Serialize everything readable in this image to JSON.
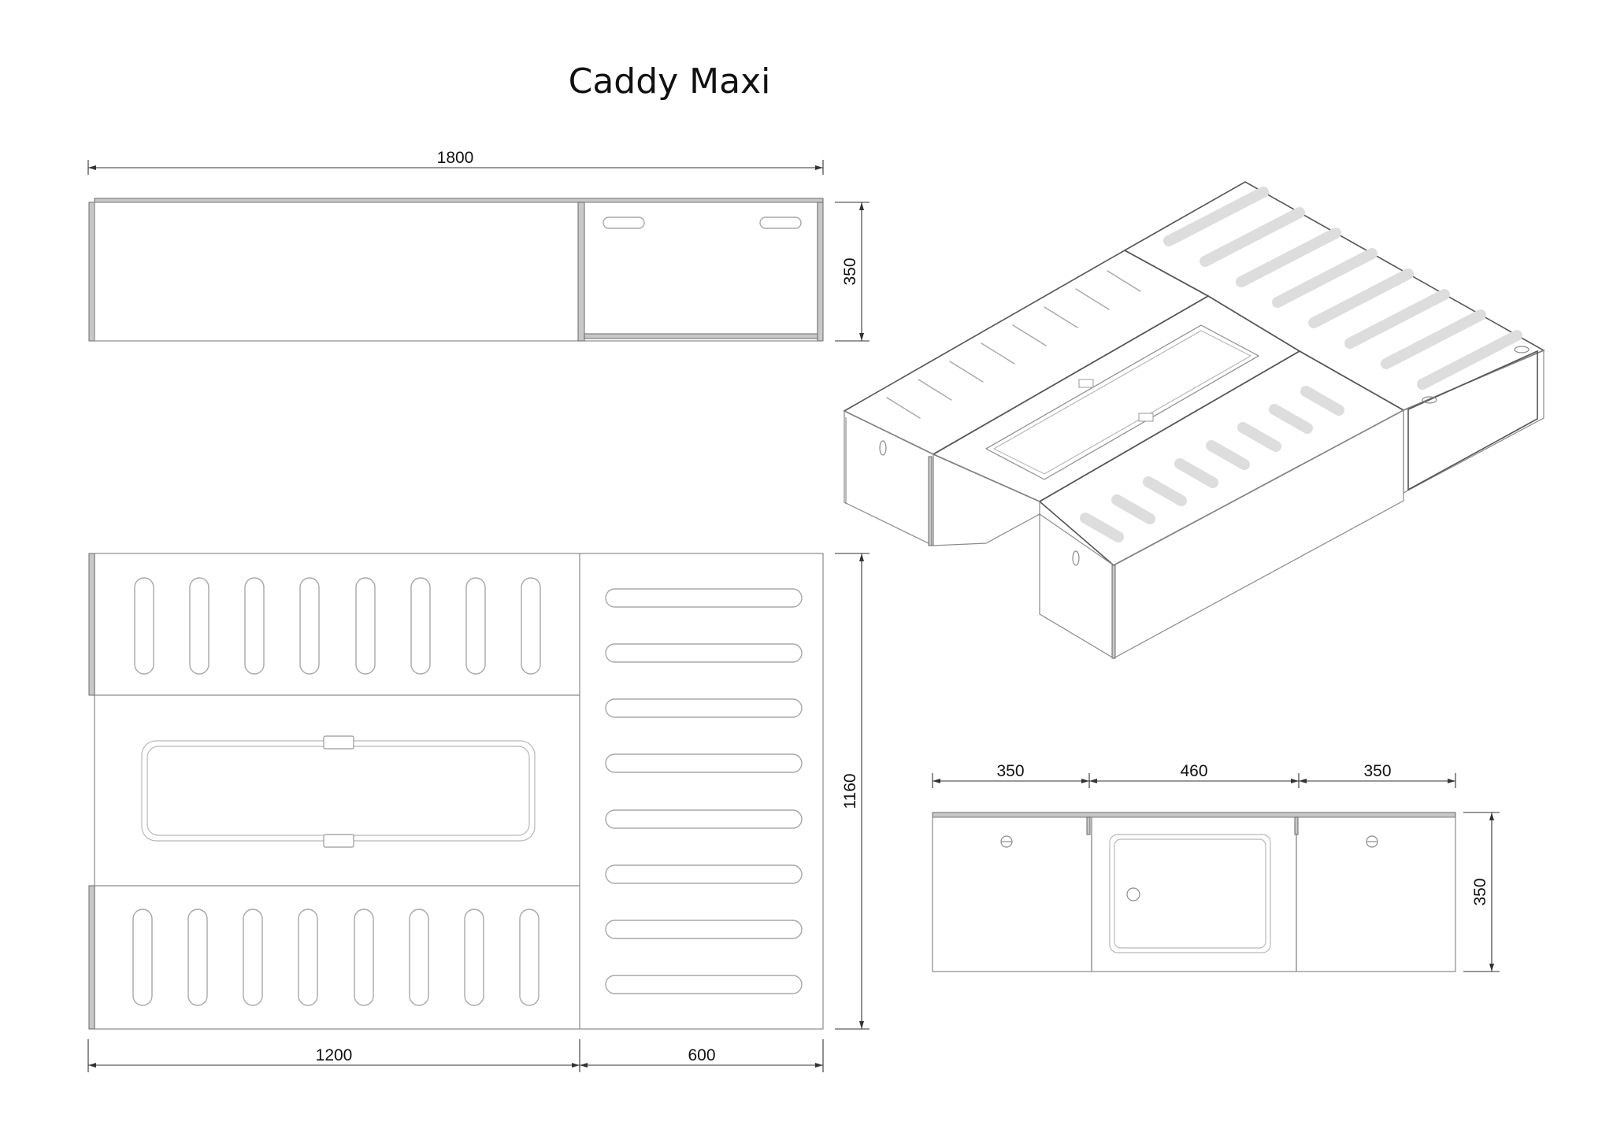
{
  "title": "Caddy Maxi",
  "dimensions": {
    "front_length": "1800",
    "front_height": "350",
    "top_depth": "1160",
    "top_left_width": "1200",
    "top_right_width": "600",
    "side_left": "350",
    "side_middle": "460",
    "side_right": "350",
    "side_height": "350"
  }
}
